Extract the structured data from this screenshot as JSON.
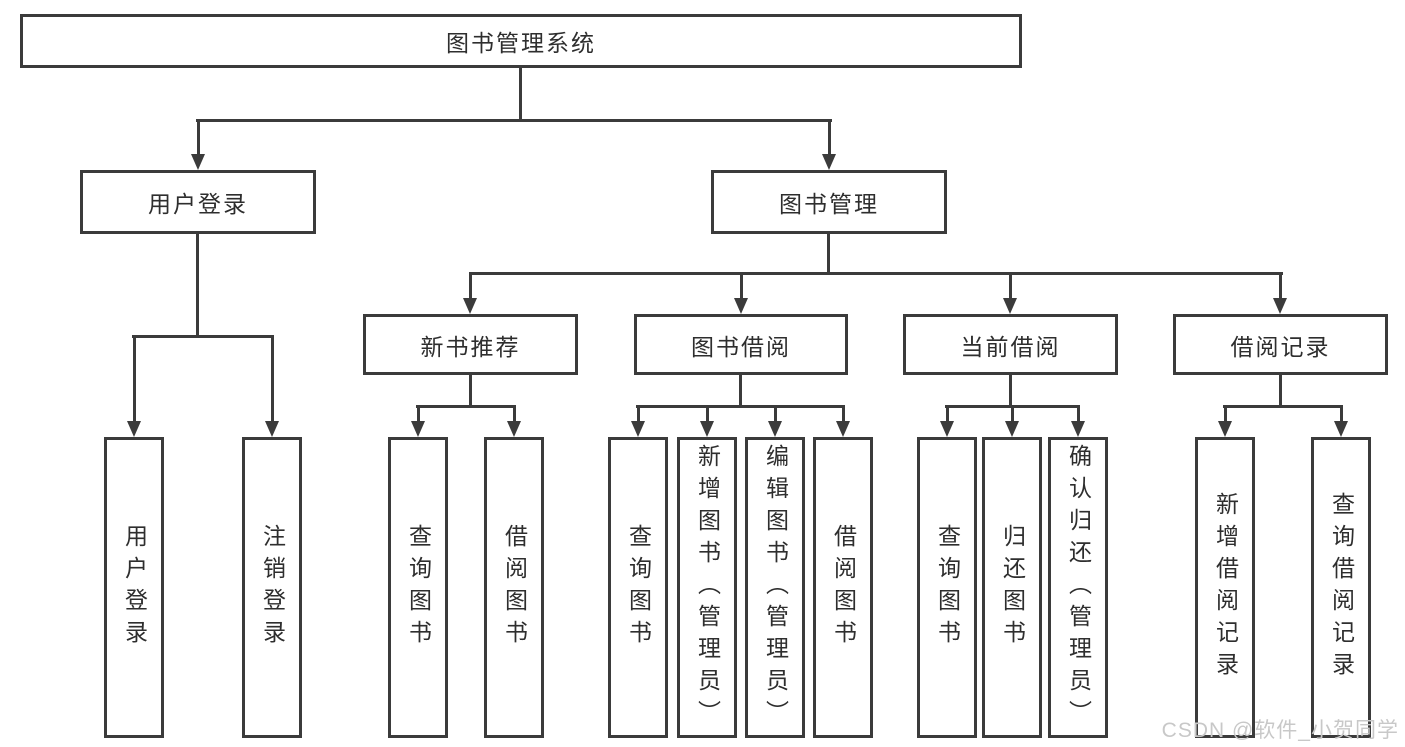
{
  "diagram": {
    "root": {
      "label": "图书管理系统"
    },
    "level2": [
      {
        "label": "用户登录"
      },
      {
        "label": "图书管理"
      }
    ],
    "level3": [
      {
        "label": "新书推荐"
      },
      {
        "label": "图书借阅"
      },
      {
        "label": "当前借阅"
      },
      {
        "label": "借阅记录"
      }
    ],
    "leaves": {
      "user_login": [
        {
          "label": "用户登录"
        },
        {
          "label": "注销登录"
        }
      ],
      "new_book": [
        {
          "label": "查询图书"
        },
        {
          "label": "借阅图书"
        }
      ],
      "book_borrow": [
        {
          "label": "查询图书"
        },
        {
          "label": "新增图书（管理员）"
        },
        {
          "label": "编辑图书（管理员）"
        },
        {
          "label": "借阅图书"
        }
      ],
      "current_borrow": [
        {
          "label": "查询图书"
        },
        {
          "label": "归还图书"
        },
        {
          "label": "确认归还（管理员）"
        }
      ],
      "borrow_record": [
        {
          "label": "新增借阅记录"
        },
        {
          "label": "查询借阅记录"
        }
      ]
    }
  },
  "watermark": {
    "text": "CSDN @软件_小贺同学"
  },
  "colors": {
    "line": "#3b3b3b",
    "text": "#2e2e2e",
    "background": "#ffffff",
    "watermark": "#c8c8c8"
  }
}
